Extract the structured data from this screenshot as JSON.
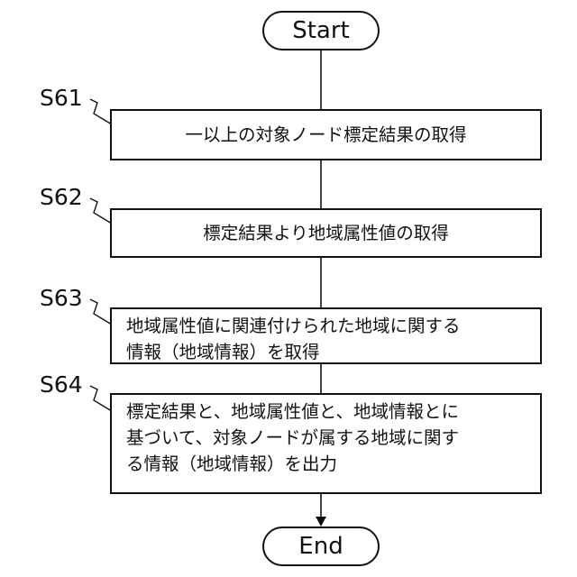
{
  "start_label": "Start",
  "end_label": "End",
  "steps": [
    {
      "id": "S61",
      "text": "一以上の対象ノード標定結果の取得"
    },
    {
      "id": "S62",
      "text": "標定結果より地域属性値の取得"
    },
    {
      "id": "S63",
      "text": "地域属性値に関連付けられた地域に関する\n情報（地域情報）を取得"
    },
    {
      "id": "S64",
      "text": "標定結果と、地域属性値と、地域情報とに\n基づいて、対象ノードが属する地域に関す\nる情報（地域情報）を出力"
    }
  ]
}
